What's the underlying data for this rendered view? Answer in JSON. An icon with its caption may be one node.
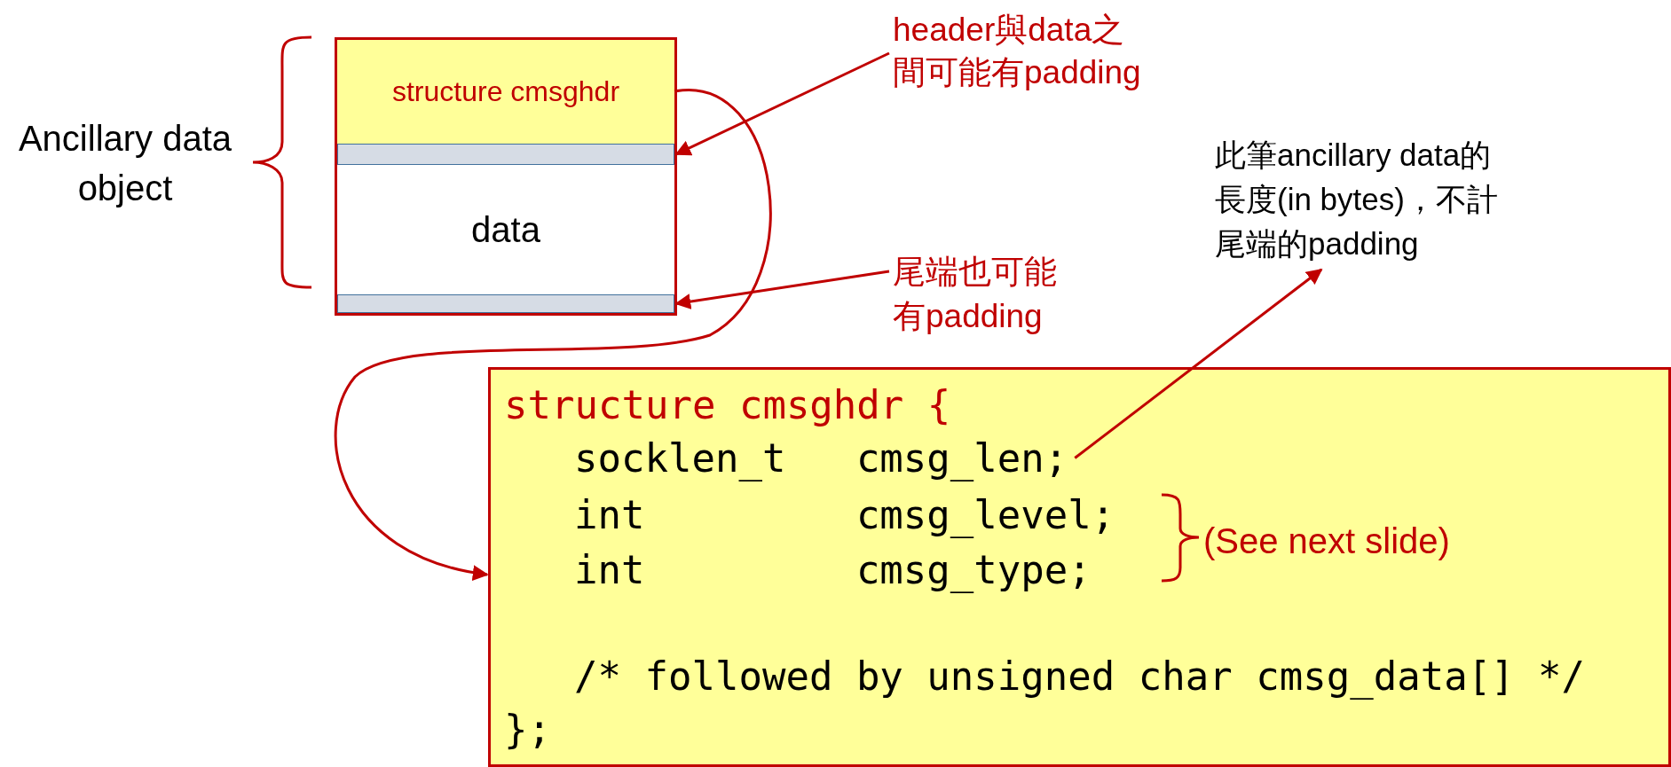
{
  "diagram": {
    "nodes": [
      {
        "text": [],
        "shape": "box"
      },
      {
        "text": [
          "structure cmsghdr"
        ],
        "in": 0
      },
      {
        "text": [],
        "shape": "bar",
        "in": 0
      },
      {
        "text": [
          "data"
        ],
        "in": 0
      },
      {
        "text": [],
        "shape": "bar",
        "in": 0
      },
      {
        "text": [
          "header與data之間可能有padding"
        ]
      },
      {
        "text": [
          "尾端也可能有padding"
        ]
      },
      {
        "text": [
          "此筆ancillary data的長度(in bytes)，不計尾端的padding"
        ]
      },
      {
        "text": [],
        "shape": "box"
      },
      {
        "text": [
          "structure cmsghdr {"
        ],
        "in": 8
      },
      {
        "text": [
          "socklen_t   cmsg_len;"
        ],
        "in": 8
      },
      {
        "text": [
          "int         cmsg_level;"
        ],
        "in": 8
      },
      {
        "text": [
          "int         cmsg_type;"
        ],
        "in": 8
      },
      {
        "text": [
          "/* followed by unsigned char cmsg_data[] */"
        ],
        "in": 8
      },
      {
        "text": [
          "};"
        ],
        "in": 8
      }
    ],
    "edges": [
      {
        "from": 5,
        "to": 2,
        "arrow": "to"
      },
      {
        "from": 6,
        "to": 4,
        "arrow": "to"
      },
      {
        "from": 1,
        "to": 8,
        "arrow": "to"
      },
      {
        "from": 10,
        "to": 7,
        "arrow": "to"
      }
    ],
    "labels": [
      "Ancillary data object",
      "(See next slide)"
    ]
  }
}
